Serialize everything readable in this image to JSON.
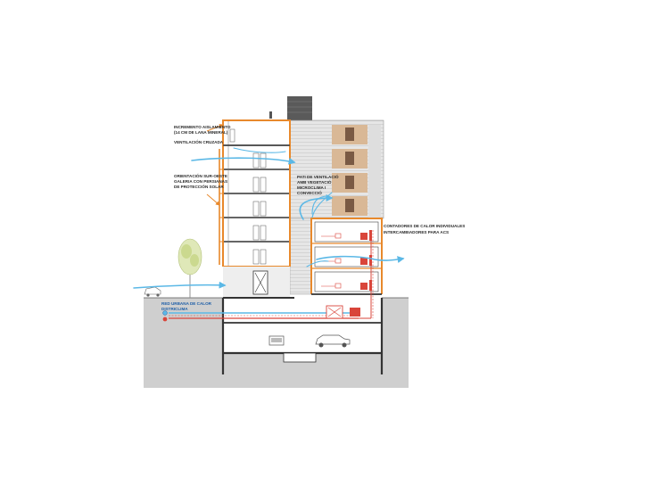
{
  "annotations": {
    "insulation": [
      "INCREMENTO AISLAMIENTO",
      "(14 CM DE LANA MINERAL)"
    ],
    "cross_ventilation": "VENTILACIÓN CRUZADA",
    "orientation": [
      "ORIENTACIÓN SUR-OESTE",
      "GALERIA CON PERSIANAS",
      "DE PROTECCIÓN SOLAR"
    ],
    "patio": [
      "PATI DE VENTILACIÓ",
      "AMB VEGETACIÓ",
      "MICROCLIMA I",
      "CONVECCIÓ"
    ],
    "heat_meters": [
      "CONTADORES DE CALOR INDIVIDUALES",
      "INTERCAMBIADORES PARA ACS"
    ],
    "district_heating": [
      "RED URBANA DE CALOR",
      "DISTRICLIMA"
    ]
  },
  "colors": {
    "insulation_orange": "#e8892c",
    "airflow_blue": "#5bb8e6",
    "pipe_red": "#d9453a",
    "ground_grey": "#cfcfcf",
    "structure": "#333333"
  }
}
